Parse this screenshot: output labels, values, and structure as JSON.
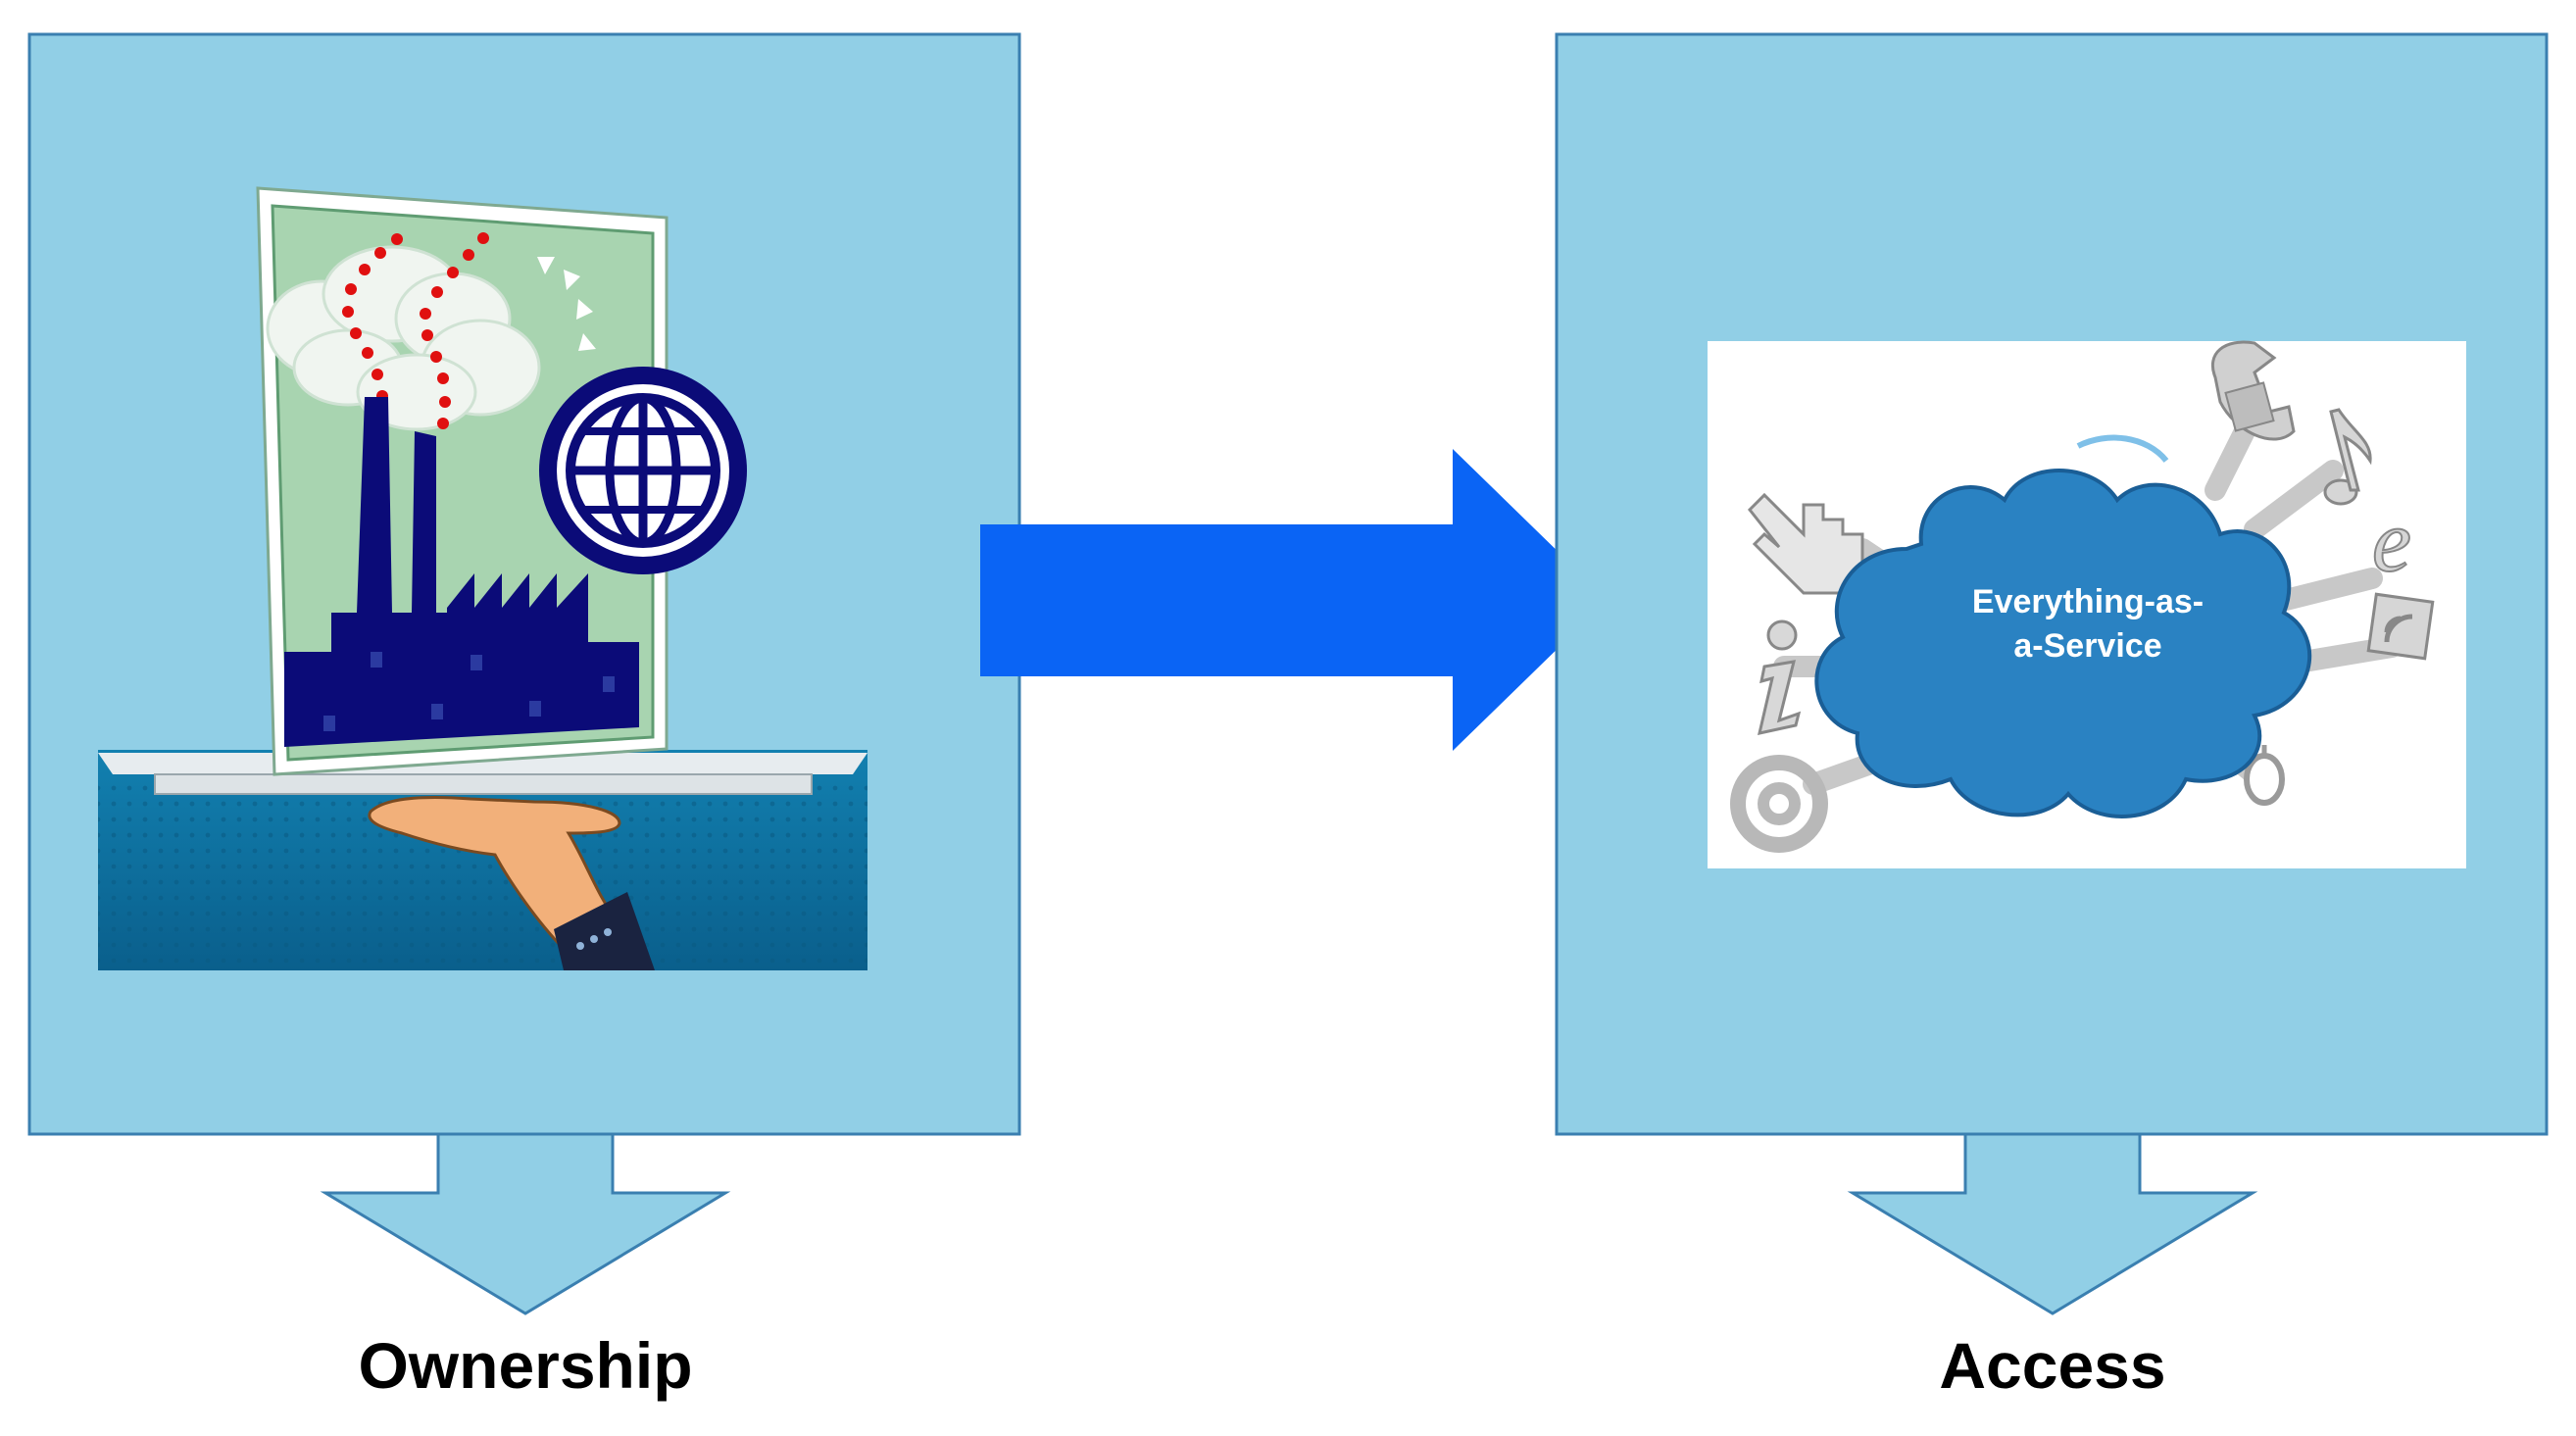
{
  "colors": {
    "panel_fill": "#91cfe6",
    "panel_stroke": "#3a7fb0",
    "big_arrow": "#0a64f5",
    "factory_dark": "#0b0b78",
    "card_green": "#a8d4b0",
    "tray_blue": "#0e6e9c",
    "cloud_blue": "#2a82c2",
    "smoke_dots": "#e01010",
    "hand_skin": "#f2b07a"
  },
  "left": {
    "label": "Ownership",
    "image_icons": [
      "factory-icon",
      "globe-icon",
      "hand-icon",
      "tray-icon",
      "smoke-icon"
    ]
  },
  "right": {
    "label": "Access",
    "cloud_text_line1": "Everything-as-",
    "cloud_text_line2": "a-Service",
    "image_icons": [
      "cloud-icon",
      "telephone-icon",
      "music-note-icon",
      "e-letter-icon",
      "rss-icon",
      "pointer-hand-icon",
      "info-icon",
      "at-sign-icon",
      "mouse-icon"
    ]
  },
  "flow_icon": "right-arrow-icon"
}
